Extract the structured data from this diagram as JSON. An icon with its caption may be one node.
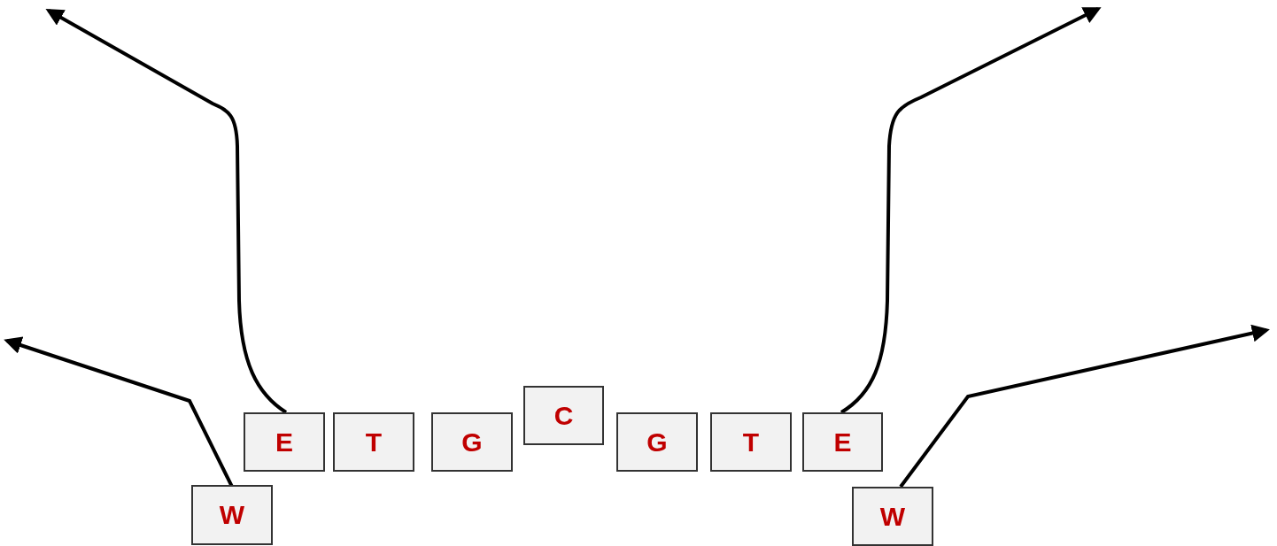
{
  "diagram": {
    "nodes": [
      {
        "text": [
          "W"
        ]
      },
      {
        "text": [
          "E"
        ]
      },
      {
        "text": [
          "T"
        ]
      },
      {
        "text": [
          "G"
        ]
      },
      {
        "text": [
          "C"
        ]
      },
      {
        "text": [
          "G"
        ]
      },
      {
        "text": [
          "T"
        ]
      },
      {
        "text": [
          "E"
        ]
      },
      {
        "text": [
          "W"
        ]
      }
    ],
    "edges": [
      {
        "from": 0,
        "to": null,
        "arrow": "to"
      },
      {
        "from": 1,
        "to": null,
        "arrow": "to"
      },
      {
        "from": 7,
        "to": null,
        "arrow": "to"
      },
      {
        "from": 8,
        "to": null,
        "arrow": "to"
      }
    ]
  }
}
